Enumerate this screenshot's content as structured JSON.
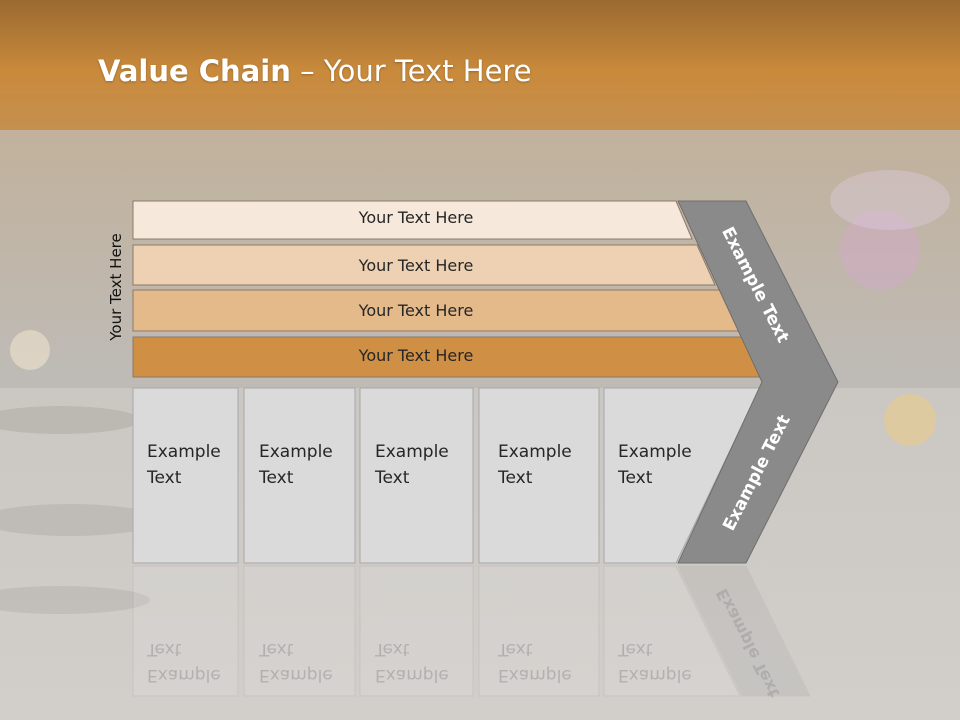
{
  "title": {
    "bold": "Value Chain",
    "rest": " – Your Text Here"
  },
  "side_label": "Your Text Here",
  "bars": [
    "Your Text Here",
    "Your Text Here",
    "Your Text Here",
    "Your Text Here"
  ],
  "boxes": [
    {
      "line1": "Example",
      "line2": "Text"
    },
    {
      "line1": "Example",
      "line2": "Text"
    },
    {
      "line1": "Example",
      "line2": "Text"
    },
    {
      "line1": "Example",
      "line2": "Text"
    },
    {
      "line1": "Example",
      "line2": "Text"
    }
  ],
  "chevron": {
    "upper": "Example Text",
    "lower": "Example Text"
  },
  "colors": {
    "header": "#c8883a",
    "bar1": "#f6e8da",
    "bar2": "#edd1b2",
    "bar3": "#e4ba8a",
    "bar4": "#cf8f44",
    "box": "#dadada",
    "chevron": "#8a8a8a"
  }
}
